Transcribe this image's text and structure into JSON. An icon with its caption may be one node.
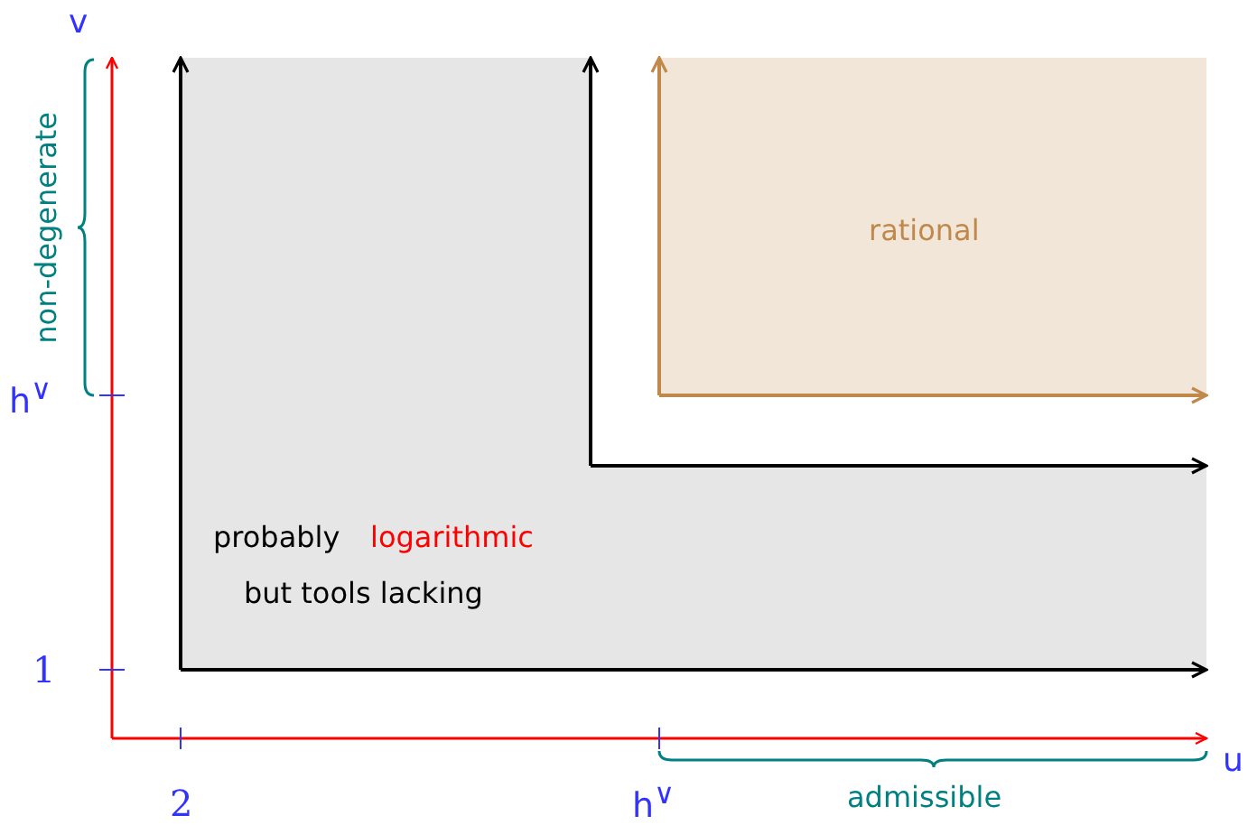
{
  "diagram": {
    "nodes": [
      {
        "text": [
          "probably",
          "logarithmic",
          "but tools lacking"
        ]
      },
      {
        "text": [
          "rational"
        ]
      }
    ],
    "labels": [
      "v",
      "non-degenerate",
      "h$^{∨}$",
      "1",
      "2",
      "h$^{∨}$",
      "admissible",
      "u"
    ]
  }
}
